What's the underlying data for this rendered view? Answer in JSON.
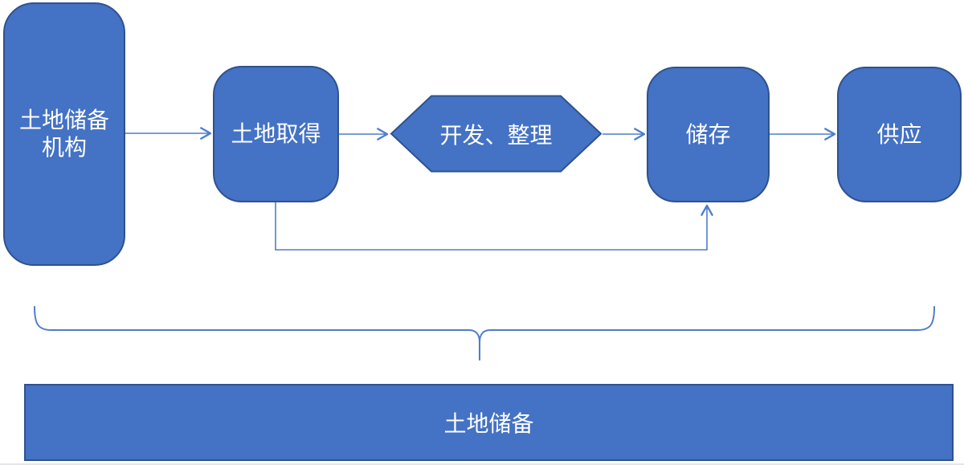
{
  "diagram": {
    "colors": {
      "shape_fill": "#4472c4",
      "shape_border": "#2f528f",
      "connector": "#4f7dca",
      "label_text": "#ffffff",
      "background": "#ffffff"
    },
    "nodes": [
      {
        "id": "land-reserve-agency",
        "shape": "rounded-rectangle",
        "label": "土地储备机构"
      },
      {
        "id": "land-acquisition",
        "shape": "rounded-rectangle",
        "label": "土地取得"
      },
      {
        "id": "development-consolidation",
        "shape": "hexagon",
        "label": "开发、整理"
      },
      {
        "id": "storage",
        "shape": "rounded-rectangle",
        "label": "储存"
      },
      {
        "id": "supply",
        "shape": "rounded-rectangle",
        "label": "供应"
      }
    ],
    "connectors": [
      {
        "from": "land-reserve-agency",
        "to": "land-acquisition",
        "style": "straight-arrow"
      },
      {
        "from": "land-acquisition",
        "to": "development-consolidation",
        "style": "straight-arrow"
      },
      {
        "from": "development-consolidation",
        "to": "storage",
        "style": "straight-arrow"
      },
      {
        "from": "storage",
        "to": "supply",
        "style": "straight-arrow"
      },
      {
        "from": "land-acquisition",
        "to": "storage",
        "style": "elbow-arrow-below"
      }
    ],
    "brace": {
      "type": "horizontal-curly-brace",
      "groups": "entire process row",
      "points_to": "summary_bar"
    },
    "summary_bar": {
      "shape": "rectangle",
      "label": "土地储备"
    }
  }
}
